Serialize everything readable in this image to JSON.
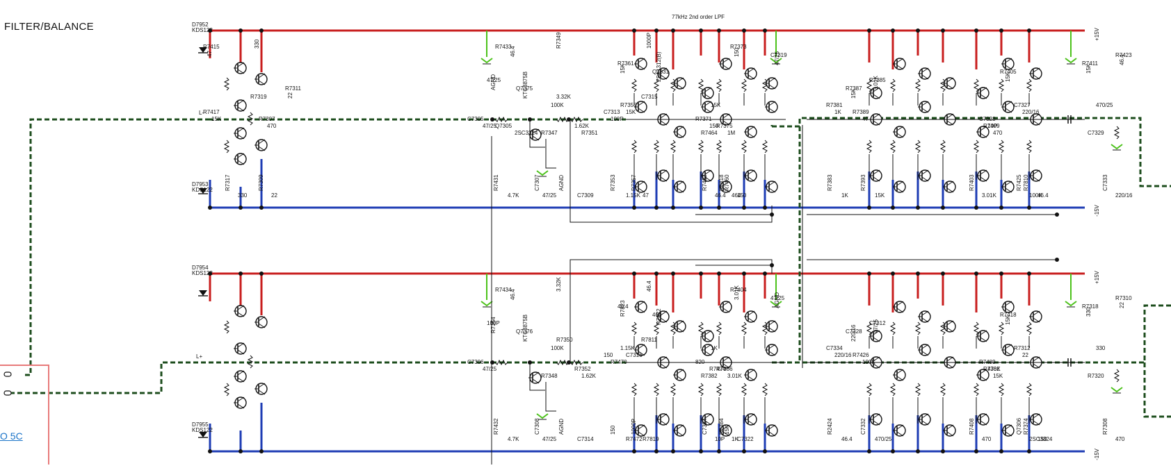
{
  "page": {
    "title": "FILTER/BALANCE",
    "link_text": "O 5C"
  },
  "annotations": {
    "lpf": "77kHz 2nd order LPF"
  },
  "rails": {
    "pos": "+15V",
    "neg": "-15V"
  },
  "inputs": {
    "l_minus": "L-",
    "l_plus": "L+"
  },
  "colors": {
    "pos_rail": "#c81e1e",
    "neg_rail": "#1e3cb4",
    "signal": "#1d4d1d",
    "ground": "#4cc21a",
    "wire": "#111111",
    "frame": "#e87a7a",
    "link": "#1a73c8"
  },
  "top_channel": {
    "zeners": [
      {
        "ref": "D7952",
        "part": "KDS122"
      },
      {
        "ref": "D7953",
        "part": "KDS122"
      }
    ],
    "labels": [
      {
        "text": "R7433"
      },
      {
        "text": "46.4"
      },
      {
        "text": "C7305"
      },
      {
        "text": "47/25"
      },
      {
        "text": "C7307"
      },
      {
        "text": "47/25"
      },
      {
        "text": "3.32K"
      },
      {
        "text": "R7349"
      },
      {
        "text": "1.62K"
      },
      {
        "text": "R7351"
      },
      {
        "text": "R7431"
      },
      {
        "text": "4.7K"
      },
      {
        "text": "Q7375"
      },
      {
        "text": "KTC3875B"
      },
      {
        "text": "R7347"
      },
      {
        "text": "100K"
      },
      {
        "text": "AGND"
      },
      {
        "text": "C7309"
      },
      {
        "text": "47/25"
      },
      {
        "text": "AGND"
      },
      {
        "text": "R7355"
      },
      {
        "text": "15K"
      },
      {
        "text": "R7357"
      },
      {
        "text": "47"
      },
      {
        "text": "Q7331"
      },
      {
        "text": "2SA1312(B)"
      },
      {
        "text": "C7313"
      },
      {
        "text": "100P"
      },
      {
        "text": "R7353"
      },
      {
        "text": "1.15K"
      },
      {
        "text": "R7361"
      },
      {
        "text": "15K"
      },
      {
        "text": "R7371"
      },
      {
        "text": "150"
      },
      {
        "text": "R7460"
      },
      {
        "text": "150"
      },
      {
        "text": "C7319"
      },
      {
        "text": "47/25"
      },
      {
        "text": "R7375"
      },
      {
        "text": "1M"
      },
      {
        "text": "R7462"
      },
      {
        "text": "46.4"
      },
      {
        "text": "R7373"
      },
      {
        "text": "150"
      },
      {
        "text": "R7464"
      },
      {
        "text": "15K"
      },
      {
        "text": "R7818"
      },
      {
        "text": "464"
      },
      {
        "text": "C7315"
      },
      {
        "text": "1000P"
      },
      {
        "text": "R7381"
      },
      {
        "text": "1K"
      },
      {
        "text": "R7383"
      },
      {
        "text": "1K"
      },
      {
        "text": "R7387"
      },
      {
        "text": "15K"
      },
      {
        "text": "R7389"
      },
      {
        "text": "47"
      },
      {
        "text": "R7393"
      },
      {
        "text": "15K"
      },
      {
        "text": "R7385"
      },
      {
        "text": "3.01K"
      },
      {
        "text": "C7323"
      },
      {
        "text": "10P"
      },
      {
        "text": "R7403"
      },
      {
        "text": "3.01K"
      },
      {
        "text": "R7405"
      },
      {
        "text": "15K"
      },
      {
        "text": "R7409"
      },
      {
        "text": "470"
      },
      {
        "text": "R7810"
      },
      {
        "text": "46.4"
      },
      {
        "text": "R7411"
      },
      {
        "text": "15K"
      },
      {
        "text": "C7329"
      },
      {
        "text": "470/25"
      },
      {
        "text": "C7333"
      },
      {
        "text": "220/16"
      },
      {
        "text": "R7423"
      },
      {
        "text": "46.4"
      },
      {
        "text": "C7327"
      },
      {
        "text": "220/16"
      },
      {
        "text": "R7425"
      },
      {
        "text": "100K"
      },
      {
        "text": "R7415"
      },
      {
        "text": "47"
      },
      {
        "text": "R7417"
      },
      {
        "text": "15K"
      },
      {
        "text": "R7317"
      },
      {
        "text": "330"
      },
      {
        "text": "R7319"
      },
      {
        "text": "330"
      },
      {
        "text": "R7307"
      },
      {
        "text": "470"
      },
      {
        "text": "R7309"
      },
      {
        "text": "22"
      },
      {
        "text": "R7311"
      },
      {
        "text": "22"
      },
      {
        "text": "Q7305"
      },
      {
        "text": "2SC3324"
      }
    ]
  },
  "bottom_channel": {
    "zeners": [
      {
        "ref": "D7954",
        "part": "KDS122"
      },
      {
        "ref": "D7955",
        "part": "KDS122"
      }
    ],
    "labels": [
      {
        "text": "R7434"
      },
      {
        "text": "46.4"
      },
      {
        "text": "C7306"
      },
      {
        "text": "47/25"
      },
      {
        "text": "C7308"
      },
      {
        "text": "47/25"
      },
      {
        "text": "R7350"
      },
      {
        "text": "3.32K"
      },
      {
        "text": "R7352"
      },
      {
        "text": "1.62K"
      },
      {
        "text": "R7432"
      },
      {
        "text": "4.7K"
      },
      {
        "text": "Q7376"
      },
      {
        "text": "KTC3875B"
      },
      {
        "text": "R7348"
      },
      {
        "text": "100K"
      },
      {
        "text": "AGND"
      },
      {
        "text": "C7314"
      },
      {
        "text": "100P"
      },
      {
        "text": "R7354"
      },
      {
        "text": "1.15K"
      },
      {
        "text": "C7316"
      },
      {
        "text": "1000P"
      },
      {
        "text": "R7819"
      },
      {
        "text": "464"
      },
      {
        "text": "R7372"
      },
      {
        "text": "150"
      },
      {
        "text": "R7470"
      },
      {
        "text": "150"
      },
      {
        "text": "R7472"
      },
      {
        "text": "46.4"
      },
      {
        "text": "R7823"
      },
      {
        "text": "820"
      },
      {
        "text": "R7474"
      },
      {
        "text": "15K"
      },
      {
        "text": "C7322"
      },
      {
        "text": "47/25"
      },
      {
        "text": "AGND"
      },
      {
        "text": "R7386"
      },
      {
        "text": "3.01K"
      },
      {
        "text": "C7324"
      },
      {
        "text": "10P"
      },
      {
        "text": "R7404"
      },
      {
        "text": "3.01K"
      },
      {
        "text": "R7382"
      },
      {
        "text": "1K"
      },
      {
        "text": "R7384"
      },
      {
        "text": "1K"
      },
      {
        "text": "R7811"
      },
      {
        "text": "46.4"
      },
      {
        "text": "C7334"
      },
      {
        "text": "220/16"
      },
      {
        "text": "R2424"
      },
      {
        "text": "46.4"
      },
      {
        "text": "C7328"
      },
      {
        "text": "220/16"
      },
      {
        "text": "R7426"
      },
      {
        "text": "100K"
      },
      {
        "text": "C7332"
      },
      {
        "text": "470/25"
      },
      {
        "text": "C7312"
      },
      {
        "text": "47/25"
      },
      {
        "text": "R7489"
      },
      {
        "text": "470K"
      },
      {
        "text": "R7408"
      },
      {
        "text": "470"
      },
      {
        "text": "R7418"
      },
      {
        "text": "15K"
      },
      {
        "text": "R7362"
      },
      {
        "text": "15K"
      },
      {
        "text": "R7374"
      },
      {
        "text": "150"
      },
      {
        "text": "R7318"
      },
      {
        "text": "330"
      },
      {
        "text": "R7320"
      },
      {
        "text": "330"
      },
      {
        "text": "R7308"
      },
      {
        "text": "470"
      },
      {
        "text": "R7310"
      },
      {
        "text": "22"
      },
      {
        "text": "R7312"
      },
      {
        "text": "22"
      },
      {
        "text": "Q7306"
      },
      {
        "text": "2SC3324"
      }
    ]
  }
}
